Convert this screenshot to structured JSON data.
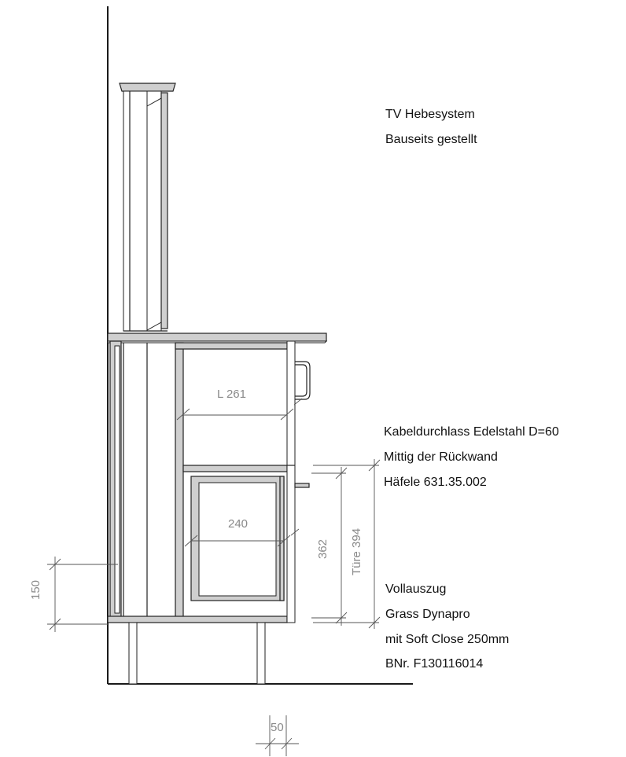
{
  "notes": {
    "tv": [
      "TV Hebesystem",
      "Bauseits gestellt"
    ],
    "cable": [
      "Kabeldurchlass Edelstahl D=60",
      "Mittig der Rückwand",
      "Häfele  631.35.002"
    ],
    "drawer": [
      "Vollauszug",
      "Grass Dynapro",
      "mit Soft Close 250mm",
      "BNr. F130116014"
    ]
  },
  "dimensions": {
    "l261": "L 261",
    "d240": "240",
    "d362": "362",
    "tuere394": "Türe 394",
    "d150": "150",
    "d50": "50"
  }
}
